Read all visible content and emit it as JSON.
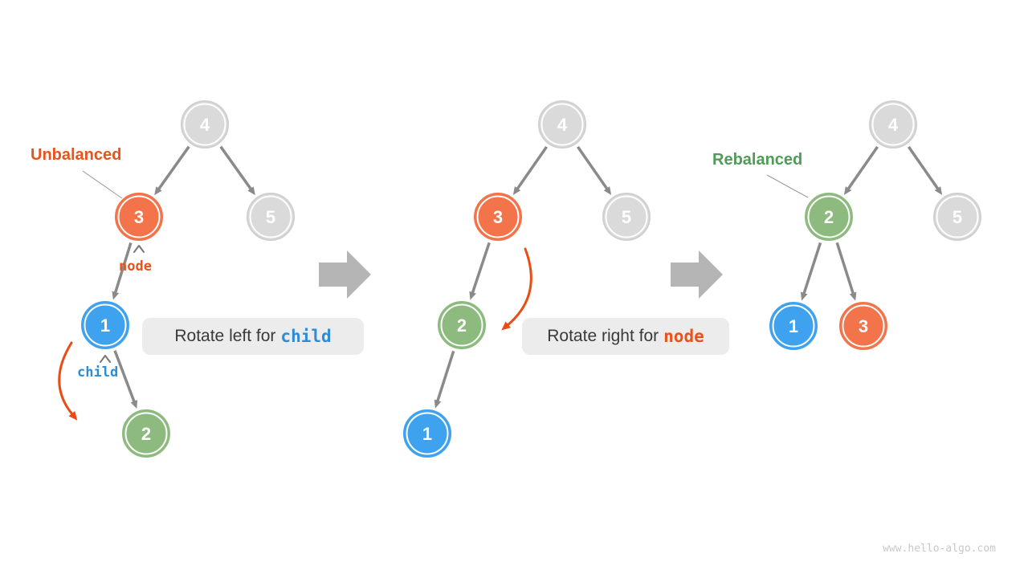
{
  "colors": {
    "node-orange": "#f3734a",
    "node-blue": "#3fa2ee",
    "node-green": "#8dbb7f",
    "node-gray-fill": "#dadada",
    "node-gray-stroke": "#cfcfcf",
    "node-text": "#ffffff",
    "edge-gray": "#8a8a8a",
    "block-arrow-gray": "#b5b5b5",
    "arrow-red": "#e94c15",
    "accent-red-orange": "#e8531b",
    "accent-blue": "#2e8bd5",
    "accent-green": "#4e9c55",
    "box-bg": "#ececec",
    "box-text": "#3a3a3a",
    "watermark": "#c8c8c8"
  },
  "labels": {
    "unbalanced": "Unbalanced",
    "rebalanced": "Rebalanced",
    "node_pointer": "node",
    "child_pointer": "child",
    "callout1_prefix": "Rotate left for",
    "callout1_keyword": "child",
    "callout2_prefix": "Rotate right for",
    "callout2_keyword": "node",
    "watermark": "www.hello-algo.com"
  },
  "trees": [
    {
      "name": "step-1-unbalanced",
      "nodes": [
        {
          "value": "4",
          "state": "gray"
        },
        {
          "value": "3",
          "state": "orange"
        },
        {
          "value": "5",
          "state": "gray"
        },
        {
          "value": "1",
          "state": "blue"
        },
        {
          "value": "2",
          "state": "green"
        }
      ]
    },
    {
      "name": "step-2-after-left-rotation",
      "nodes": [
        {
          "value": "4",
          "state": "gray"
        },
        {
          "value": "3",
          "state": "orange"
        },
        {
          "value": "5",
          "state": "gray"
        },
        {
          "value": "2",
          "state": "green"
        },
        {
          "value": "1",
          "state": "blue"
        }
      ]
    },
    {
      "name": "step-3-rebalanced",
      "nodes": [
        {
          "value": "4",
          "state": "gray"
        },
        {
          "value": "2",
          "state": "green"
        },
        {
          "value": "5",
          "state": "gray"
        },
        {
          "value": "1",
          "state": "blue"
        },
        {
          "value": "3",
          "state": "orange"
        }
      ]
    }
  ]
}
